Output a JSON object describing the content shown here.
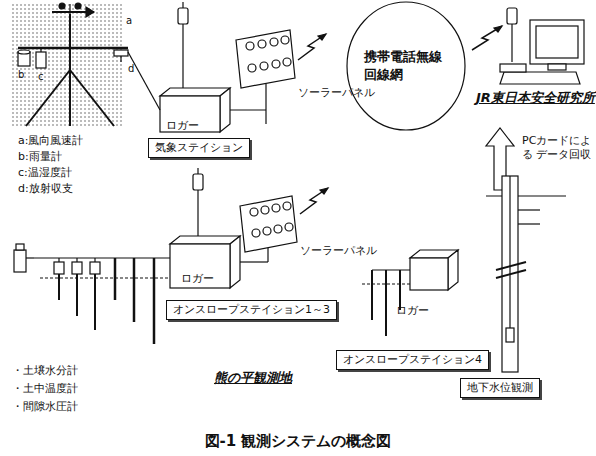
{
  "diagram": {
    "caption": "図-1 観測システムの概念図",
    "nodes": [
      {
        "text": [
          "気象ステイション"
        ]
      },
      {
        "text": [
          "携帯電話無線 回線網"
        ]
      },
      {
        "text": [
          "オンスロープステイション1～3"
        ]
      },
      {
        "text": [
          "オンスロープステイション4"
        ]
      },
      {
        "text": [
          "地下水位観測"
        ]
      }
    ],
    "labels": [
      "a",
      "b",
      "c",
      "d",
      "a:風向風速計",
      "b:雨量計",
      "c:温湿度計",
      "d:放射収支",
      "ロガー",
      "ソーラーパネル",
      "JR東日本安全研究所",
      "PCカードによる データ回収",
      "ロガー",
      "ソーラーパネル",
      "・土壌水分計",
      "・土中温度計",
      "・間隙水圧計",
      "熊の平観測地",
      "ロガー"
    ]
  }
}
